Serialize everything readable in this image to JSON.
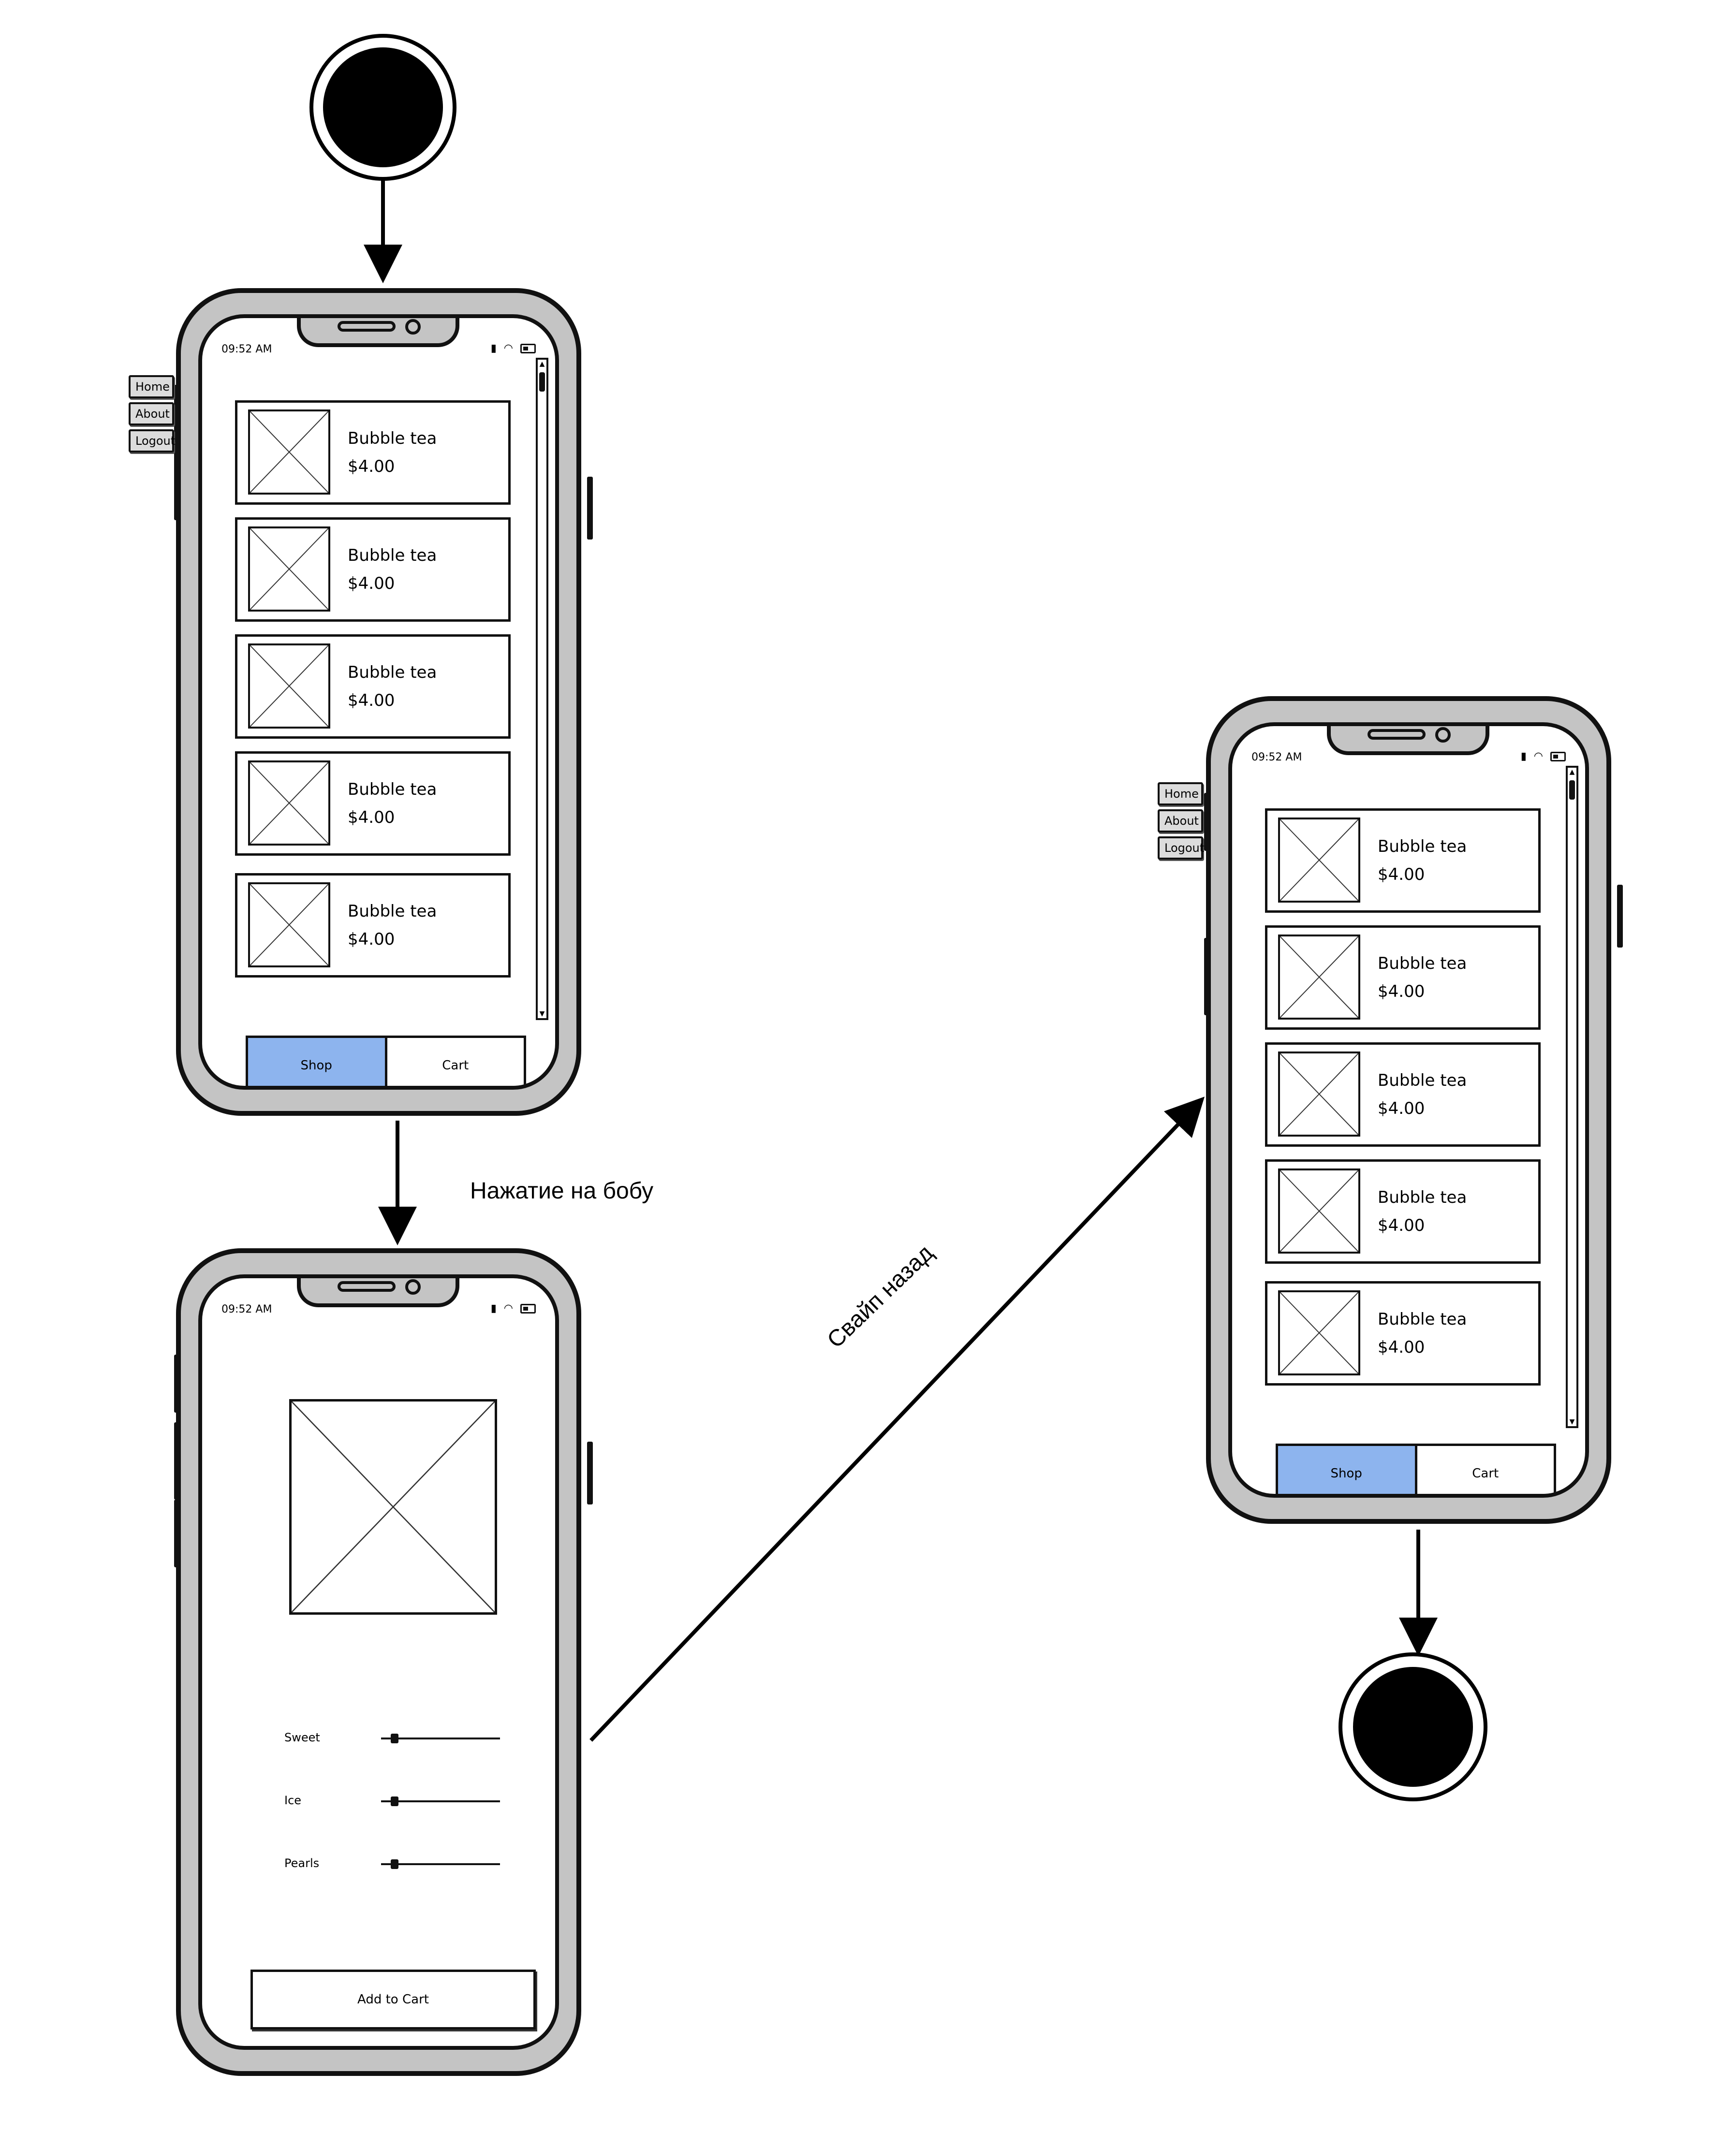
{
  "status_bar": {
    "time": "09:52 AM"
  },
  "side_menu": {
    "items": [
      "Home",
      "About",
      "Logout"
    ]
  },
  "products": [
    {
      "name": "Bubble tea",
      "price": "$4.00"
    },
    {
      "name": "Bubble tea",
      "price": "$4.00"
    },
    {
      "name": "Bubble tea",
      "price": "$4.00"
    },
    {
      "name": "Bubble tea",
      "price": "$4.00"
    },
    {
      "name": "Bubble tea",
      "price": "$4.00"
    }
  ],
  "tabs": {
    "shop": "Shop",
    "cart": "Cart"
  },
  "detail": {
    "sliders": [
      {
        "label": "Sweet",
        "level": 0.1
      },
      {
        "label": "Ice",
        "level": 0.1
      },
      {
        "label": "Pearls",
        "level": 0.1
      }
    ],
    "add_to_cart": "Add to Cart"
  },
  "transitions": {
    "tap_label": "Нажатие на бобу",
    "swipe_label": "Свайп назад"
  },
  "colors": {
    "active_tab": "#8db4ee",
    "device_frame": "#c4c4c4",
    "start_end_node": "#000000"
  }
}
